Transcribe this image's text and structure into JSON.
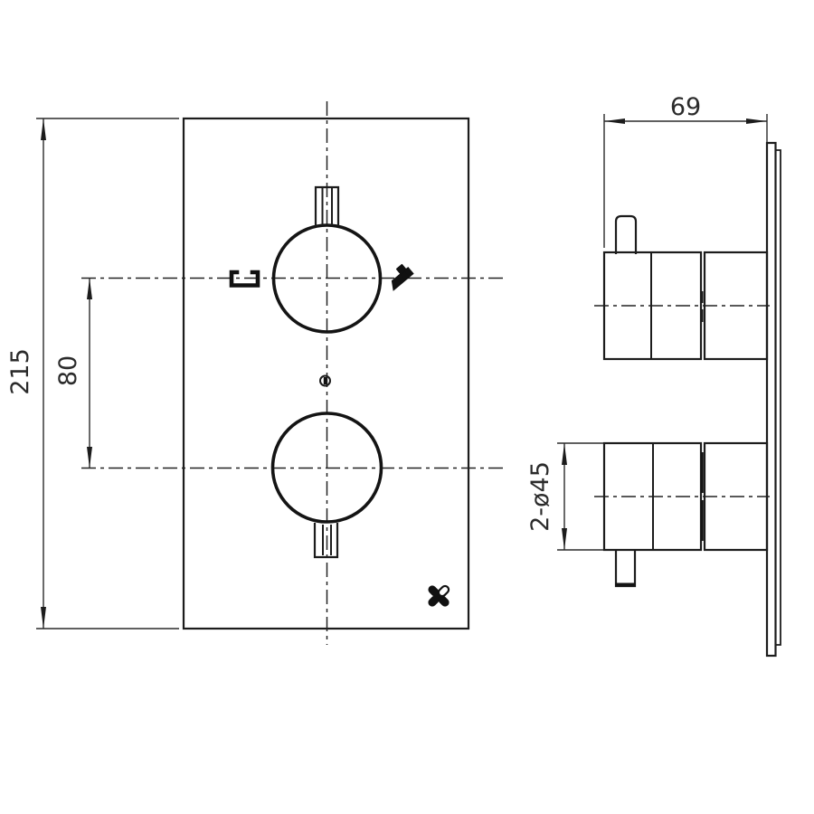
{
  "drawing": {
    "background": "#ffffff",
    "line_color": "#1c1c1c",
    "text_color": "#2b2b2b",
    "dimensions": {
      "overall_height": {
        "label": "215"
      },
      "knob_center_spacing": {
        "label": "80"
      },
      "projection_depth": {
        "label": "69"
      },
      "knob_diameter": {
        "label": "2-ø45"
      }
    },
    "symbols": {
      "left_indicator": "temperature-indicator-icon",
      "right_indicator": "flow-indicator-icon",
      "brand_mark": "crosswater-x-logo"
    }
  }
}
